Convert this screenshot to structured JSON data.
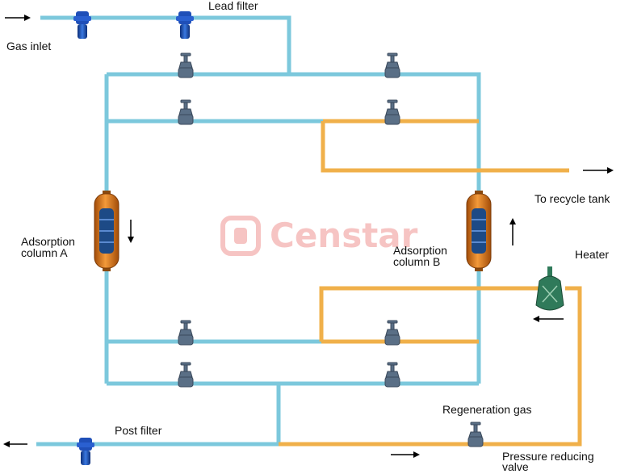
{
  "labels": {
    "gas_inlet": "Gas inlet",
    "lead_filter": "Lead filter",
    "adsorption_a_line1": "Adsorption",
    "adsorption_a_line2": "column A",
    "adsorption_b_line1": "Adsorption",
    "adsorption_b_line2": "column B",
    "to_recycle_tank": "To recycle tank",
    "heater": "Heater",
    "post_filter": "Post filter",
    "regeneration_gas": "Regeneration gas",
    "pressure_reducing_line1": "Pressure reducing",
    "pressure_reducing_line2": "valve"
  },
  "watermark": {
    "text": "Censtar"
  },
  "colors": {
    "gas_line": "#7cc8dc",
    "regeneration_line": "#f0b04a",
    "filter": "#1f4fb8",
    "valve": "#5a6f86",
    "column": "#e07a1c",
    "heater": "#2f7a5a",
    "watermark": "#e0302a"
  }
}
